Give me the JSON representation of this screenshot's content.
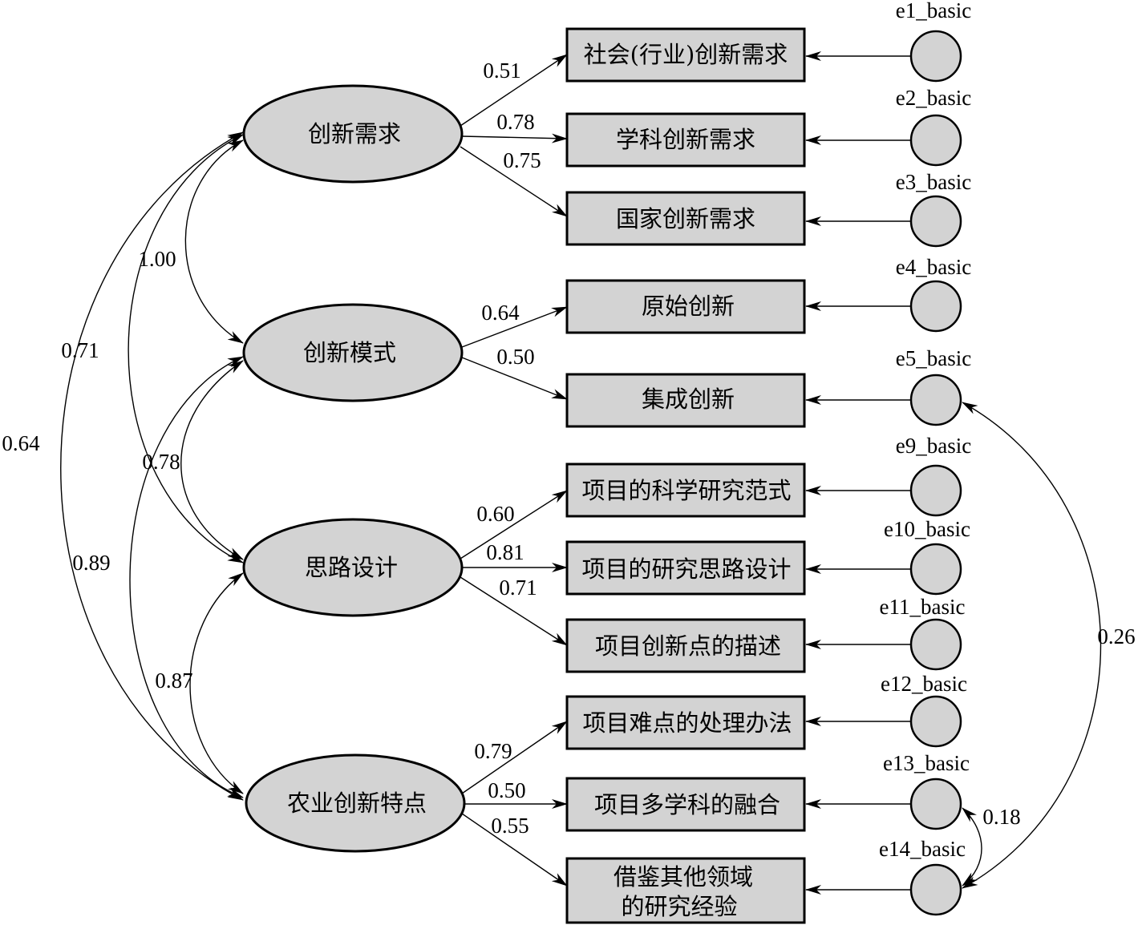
{
  "factors": [
    {
      "id": "f1",
      "label": "创新需求"
    },
    {
      "id": "f2",
      "label": "创新模式"
    },
    {
      "id": "f3",
      "label": "思路设计"
    },
    {
      "id": "f4",
      "label": "农业创新特点"
    }
  ],
  "indicators": [
    {
      "id": "i1",
      "label": "社会(行业)创新需求",
      "error": "e1_basic",
      "factor": "f1",
      "loading": "0.51"
    },
    {
      "id": "i2",
      "label": "学科创新需求",
      "error": "e2_basic",
      "factor": "f1",
      "loading": "0.78"
    },
    {
      "id": "i3",
      "label": "国家创新需求",
      "error": "e3_basic",
      "factor": "f1",
      "loading": "0.75"
    },
    {
      "id": "i4",
      "label": "原始创新",
      "error": "e4_basic",
      "factor": "f2",
      "loading": "0.64"
    },
    {
      "id": "i5",
      "label": "集成创新",
      "error": "e5_basic",
      "factor": "f2",
      "loading": "0.50"
    },
    {
      "id": "i6",
      "label": "项目的科学研究范式",
      "error": "e9_basic",
      "factor": "f3",
      "loading": "0.60"
    },
    {
      "id": "i7",
      "label": "项目的研究思路设计",
      "error": "e10_basic",
      "factor": "f3",
      "loading": "0.81"
    },
    {
      "id": "i8",
      "label": "项目创新点的描述",
      "error": "e11_basic",
      "factor": "f3",
      "loading": "0.71"
    },
    {
      "id": "i9",
      "label": "项目难点的处理办法",
      "error": "e12_basic",
      "factor": "f4",
      "loading": "0.79"
    },
    {
      "id": "i10",
      "label": "项目多学科的融合",
      "error": "e13_basic",
      "factor": "f4",
      "loading": "0.50"
    },
    {
      "id": "i11",
      "label_lines": [
        "借鉴其他领域",
        "的研究经验"
      ],
      "error": "e14_basic",
      "factor": "f4",
      "loading": "0.55"
    }
  ],
  "factor_correlations": [
    {
      "from": "f1",
      "to": "f2",
      "value": "1.00"
    },
    {
      "from": "f1",
      "to": "f3",
      "value": "0.71"
    },
    {
      "from": "f1",
      "to": "f4",
      "value": "0.64"
    },
    {
      "from": "f2",
      "to": "f3",
      "value": "0.78"
    },
    {
      "from": "f2",
      "to": "f4",
      "value": "0.89"
    },
    {
      "from": "f3",
      "to": "f4",
      "value": "0.87"
    }
  ],
  "error_correlations": [
    {
      "from": "e5_basic",
      "to": "e14_basic",
      "value": "0.26"
    },
    {
      "from": "e13_basic",
      "to": "e14_basic",
      "value": "0.18"
    }
  ]
}
